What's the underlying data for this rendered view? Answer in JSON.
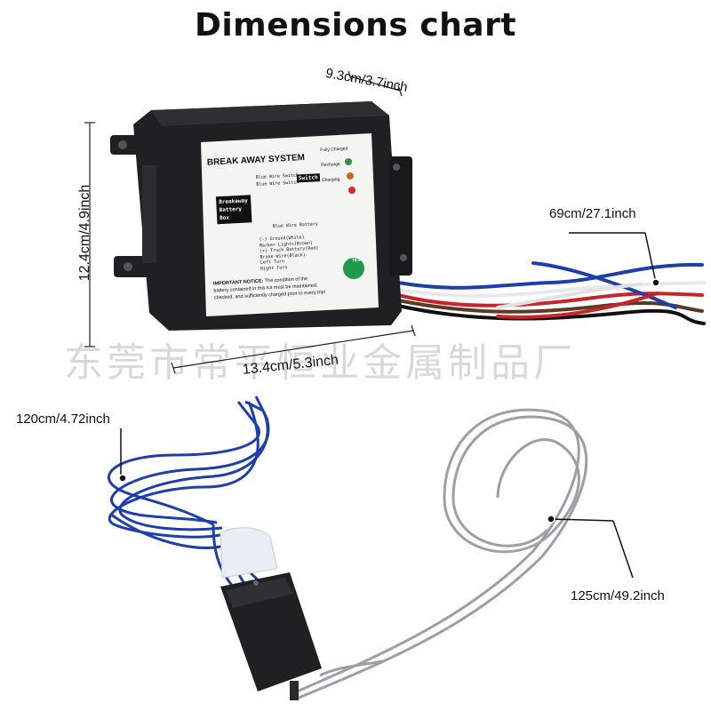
{
  "title": "Dimensions chart",
  "dimensions": {
    "depth": "9.3cm/3.7inch",
    "height": "12.4cm/4.9inch",
    "width": "13.4cm/5.3inch",
    "output_wire": "69cm/27.1inch",
    "blue_wire": "120cm/4.72inch",
    "cable": "125cm/49.2inch"
  },
  "watermark": "东莞市常平恒业金属制品厂",
  "box_label": {
    "heading": "BREAK AWAY SYSTEM",
    "status": [
      "Fully Charged",
      "Recharge",
      "Charging"
    ],
    "switch_row1": "Blue Wire Switch",
    "switch_row2": "Blue Wire Switch",
    "switch": "Switch",
    "battery_box": [
      "Breakaway",
      "Battery",
      "Box"
    ],
    "blue_wire_battery": "Blue Wire Battery",
    "wires": [
      "(-) Ground(White)",
      "Marker Lights(Brown)",
      "(+) Truck Battery(Red)",
      "Brake Wire(Black)",
      "Left Turn",
      "Right Turn"
    ],
    "notice_title": "IMPORTANT NOTICE:",
    "notice_lines": [
      "The condition of the",
      "battery contained in this Kit must be maintained,",
      "checked, and sufficiently charged prior to every trip!"
    ],
    "test": "TEST"
  },
  "colors": {
    "box": "#1e2022",
    "label_bg": "#f4f4f2",
    "blue_wire": "#1f3fa8",
    "test_button": "#1f9a4c",
    "steel_cable": "#9aa0a4"
  }
}
